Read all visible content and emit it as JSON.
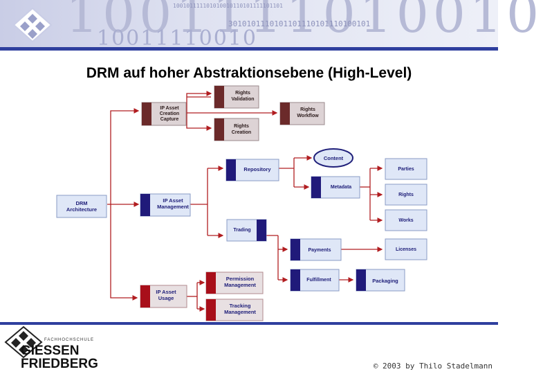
{
  "slide": {
    "title": "DRM auf hoher Abstraktionsebene (High-Level)",
    "copyright": "© 2003 by Thilo Stadelmann"
  },
  "banner": {
    "digits_large": "1001111010010",
    "digits_medium": "10011110010",
    "digits_small": "100101111101010010110101111101101",
    "digits_row": "3010101110101101110101110100101",
    "accent_color": "#2f3f9e"
  },
  "institution": {
    "small": "FACHHOCHSCHULE",
    "line1": "GIESSEN",
    "line2": "FRIEDBERG"
  },
  "diagram": {
    "colors": {
      "blue_box": "#dfe7f7",
      "blue_bar": "#201a7a",
      "red_box": "#e8e0e2",
      "red_bar": "#a80f1a",
      "brown_box": "#ddd3d5",
      "brown_bar": "#6b2a2a",
      "line": "#b11d20"
    },
    "nodes": [
      {
        "id": "drm",
        "label": [
          "DRM",
          "Architecture"
        ]
      },
      {
        "id": "capture",
        "label": [
          "IP Asset",
          "Creation",
          "Capture"
        ]
      },
      {
        "id": "validation",
        "label": [
          "Rights",
          "Validation"
        ]
      },
      {
        "id": "creation",
        "label": [
          "Rights",
          "Creation"
        ]
      },
      {
        "id": "workflow",
        "label": [
          "Rights",
          "Workflow"
        ]
      },
      {
        "id": "management",
        "label": [
          "IP Asset",
          "Management"
        ]
      },
      {
        "id": "repository",
        "label": [
          "Repository"
        ]
      },
      {
        "id": "content",
        "label": [
          "Content"
        ]
      },
      {
        "id": "metadata",
        "label": [
          "Metadata"
        ]
      },
      {
        "id": "parties",
        "label": [
          "Parties"
        ]
      },
      {
        "id": "rights",
        "label": [
          "Rights"
        ]
      },
      {
        "id": "works",
        "label": [
          "Works"
        ]
      },
      {
        "id": "trading",
        "label": [
          "Trading"
        ]
      },
      {
        "id": "payments",
        "label": [
          "Payments"
        ]
      },
      {
        "id": "licenses",
        "label": [
          "Licenses"
        ]
      },
      {
        "id": "fulfillment",
        "label": [
          "Fulfillment"
        ]
      },
      {
        "id": "packaging",
        "label": [
          "Packaging"
        ]
      },
      {
        "id": "usage",
        "label": [
          "IP Asset",
          "Usage"
        ]
      },
      {
        "id": "permission",
        "label": [
          "Permission",
          "Management"
        ]
      },
      {
        "id": "tracking",
        "label": [
          "Tracking",
          "Management"
        ]
      }
    ]
  }
}
